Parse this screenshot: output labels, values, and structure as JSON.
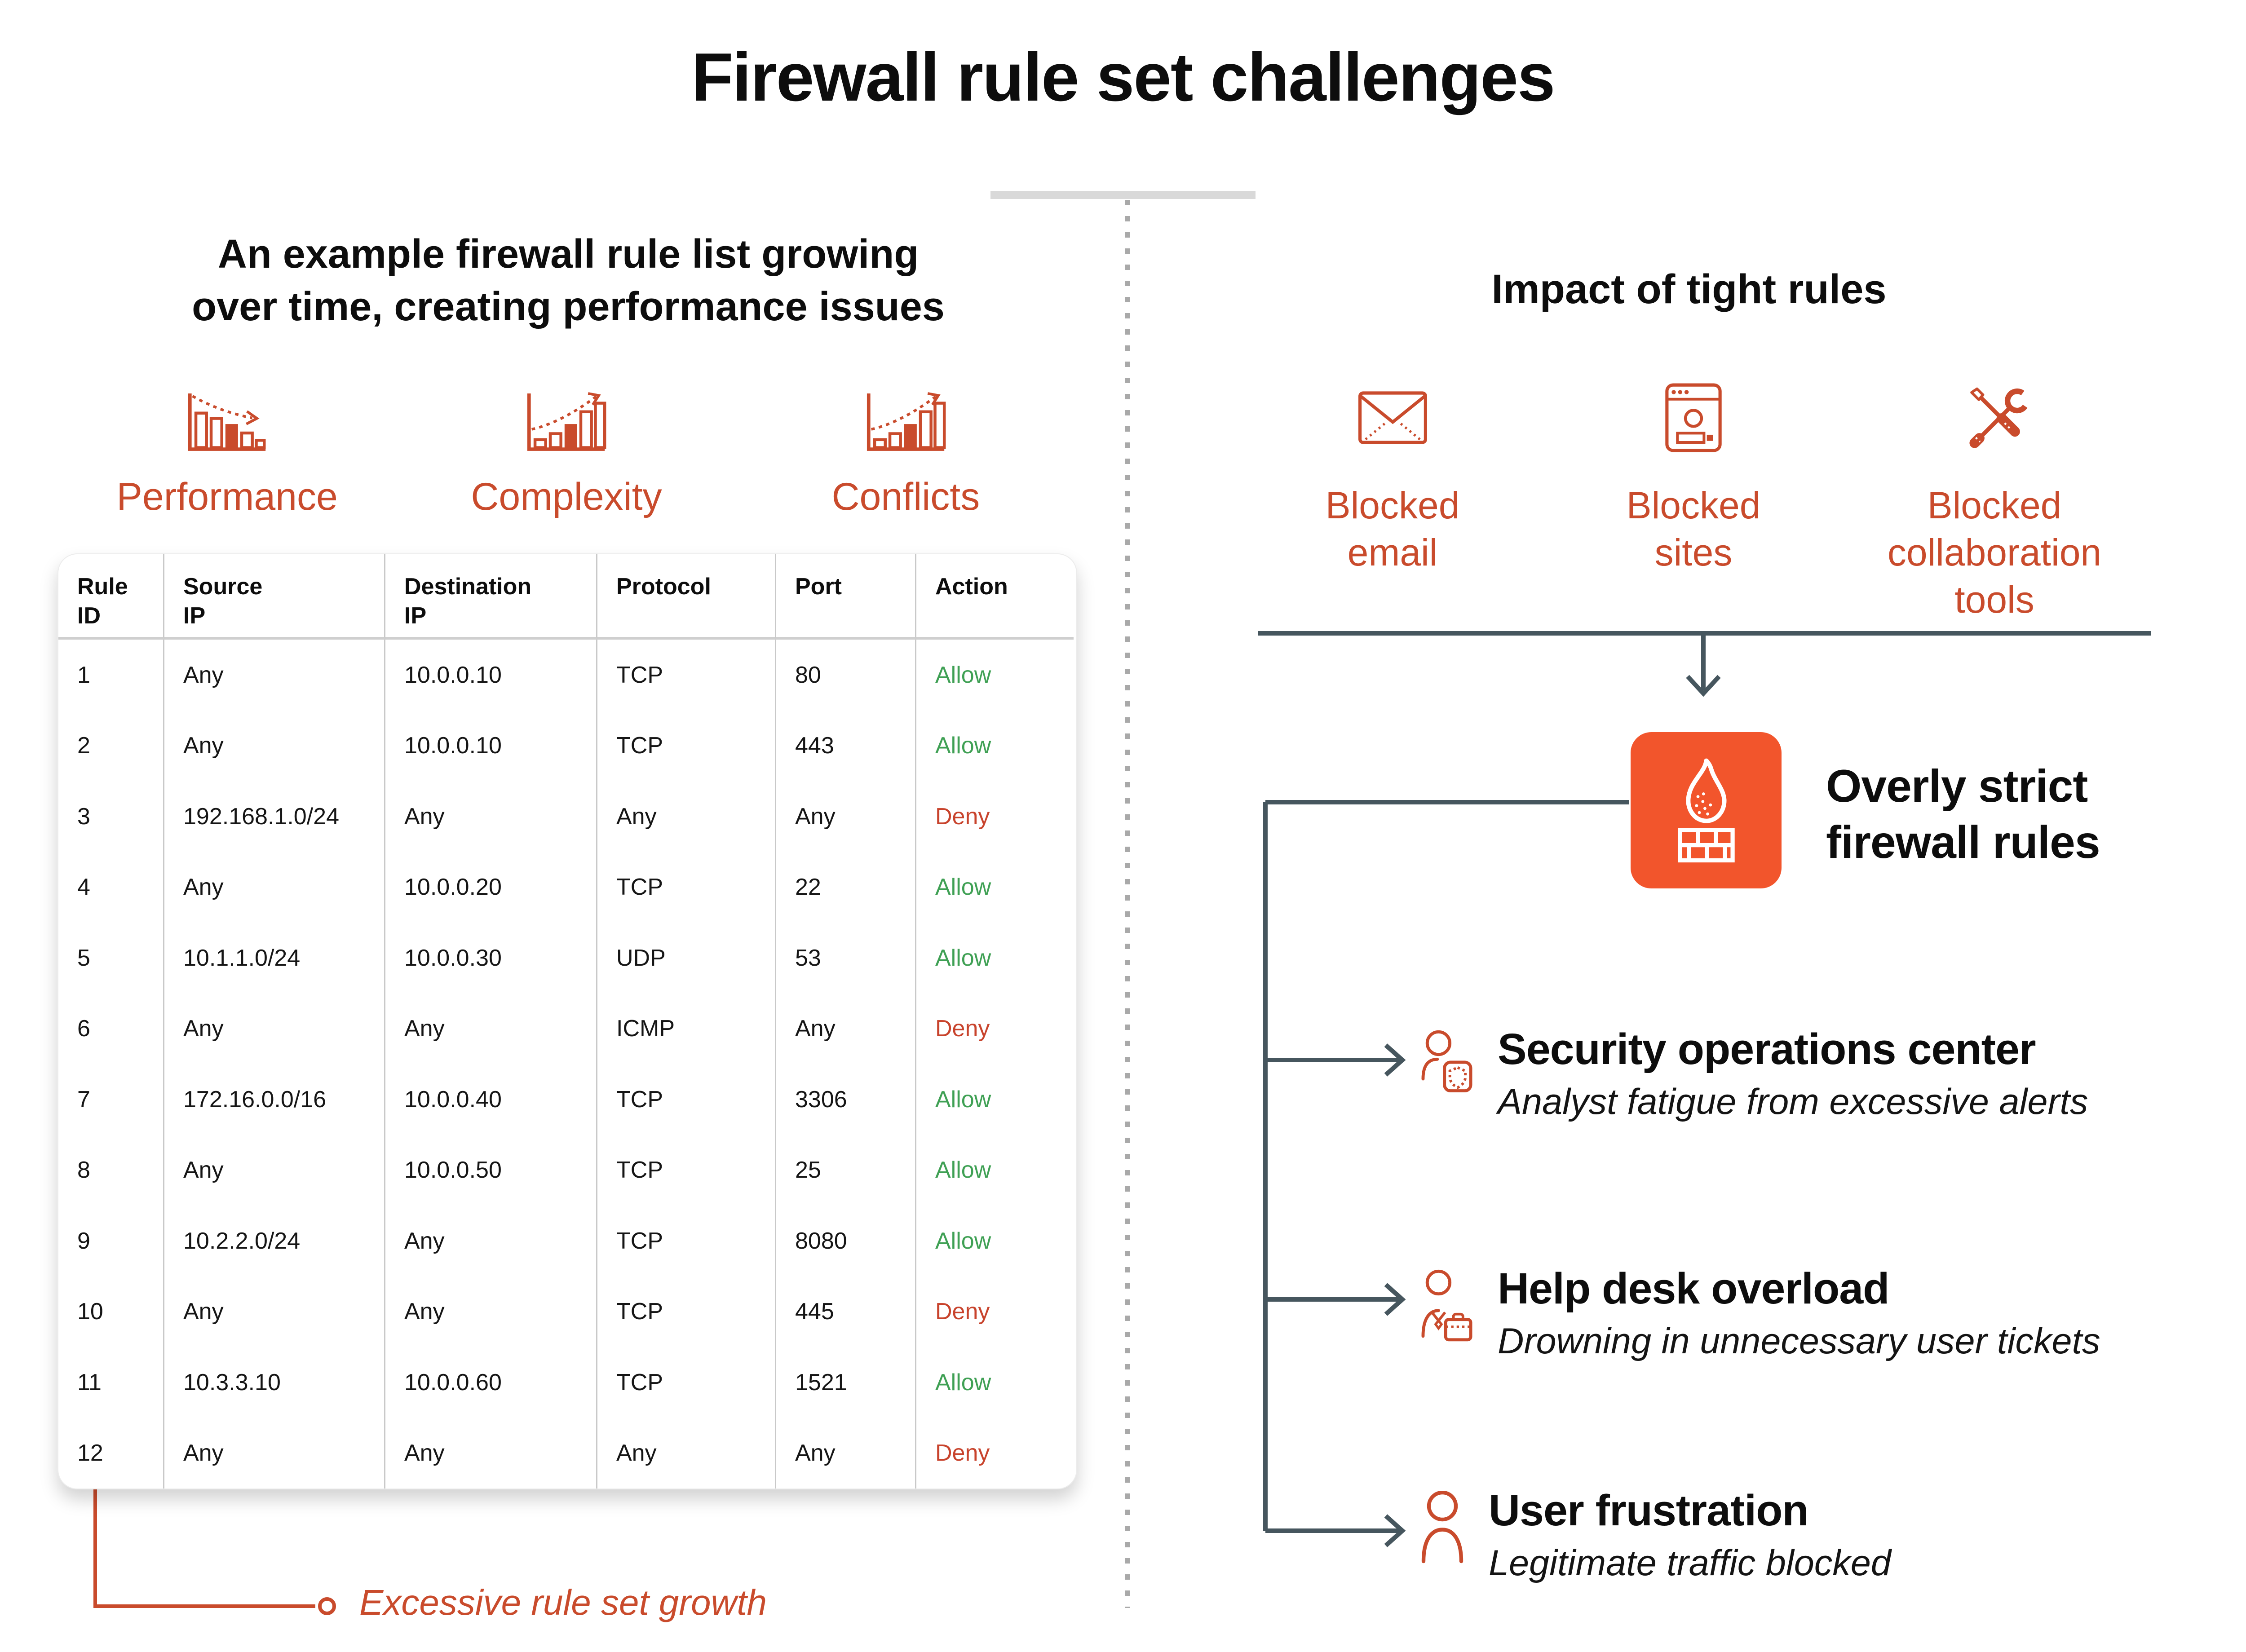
{
  "title": "Firewall rule set challenges",
  "left": {
    "heading": "An example firewall rule list growing\nover time, creating performance issues",
    "metrics": [
      {
        "label": "Performance",
        "icon": "declining-bar-chart-icon"
      },
      {
        "label": "Complexity",
        "icon": "rising-bar-chart-icon"
      },
      {
        "label": "Conflicts",
        "icon": "rising-bar-chart-icon"
      }
    ],
    "table": {
      "headers": [
        "Rule\nID",
        "Source\nIP",
        "Destination\nIP",
        "Protocol",
        "Port",
        "Action"
      ],
      "rows": [
        {
          "cells": [
            "1",
            "Any",
            "10.0.0.10",
            "TCP",
            "80"
          ],
          "action": "Allow"
        },
        {
          "cells": [
            "2",
            "Any",
            "10.0.0.10",
            "TCP",
            "443"
          ],
          "action": "Allow"
        },
        {
          "cells": [
            "3",
            "192.168.1.0/24",
            "Any",
            "Any",
            "Any"
          ],
          "action": "Deny"
        },
        {
          "cells": [
            "4",
            "Any",
            "10.0.0.20",
            "TCP",
            "22"
          ],
          "action": "Allow"
        },
        {
          "cells": [
            "5",
            "10.1.1.0/24",
            "10.0.0.30",
            "UDP",
            "53"
          ],
          "action": "Allow"
        },
        {
          "cells": [
            "6",
            "Any",
            "Any",
            "ICMP",
            "Any"
          ],
          "action": "Deny"
        },
        {
          "cells": [
            "7",
            "172.16.0.0/16",
            "10.0.0.40",
            "TCP",
            "3306"
          ],
          "action": "Allow"
        },
        {
          "cells": [
            "8",
            "Any",
            "10.0.0.50",
            "TCP",
            "25"
          ],
          "action": "Allow"
        },
        {
          "cells": [
            "9",
            "10.2.2.0/24",
            "Any",
            "TCP",
            "8080"
          ],
          "action": "Allow"
        },
        {
          "cells": [
            "10",
            "Any",
            "Any",
            "TCP",
            "445"
          ],
          "action": "Deny"
        },
        {
          "cells": [
            "11",
            "10.3.3.10",
            "10.0.0.60",
            "TCP",
            "1521"
          ],
          "action": "Allow"
        },
        {
          "cells": [
            "12",
            "Any",
            "Any",
            "Any",
            "Any"
          ],
          "action": "Deny"
        }
      ]
    },
    "annotation": "Excessive rule set growth"
  },
  "right": {
    "heading": "Impact of tight rules",
    "impacts": [
      {
        "label": "Blocked\nemail",
        "icon": "blocked-email-icon"
      },
      {
        "label": "Blocked\nsites",
        "icon": "blocked-sites-icon"
      },
      {
        "label": "Blocked\ncollaboration\ntools",
        "icon": "blocked-collaboration-tools-icon"
      }
    ],
    "cause": {
      "title": "Overly strict\nfirewall rules",
      "icon": "firewall-icon"
    },
    "outcomes": [
      {
        "title": "Security operations center",
        "subtitle": "Analyst fatigue from excessive alerts",
        "icon": "analyst-shield-icon"
      },
      {
        "title": "Help desk overload",
        "subtitle": "Drowning in unnecessary user tickets",
        "icon": "helpdesk-briefcase-icon"
      },
      {
        "title": "User frustration",
        "subtitle": "Legitimate traffic blocked",
        "icon": "user-icon"
      }
    ]
  },
  "colors": {
    "accent": "#C94B2C",
    "cause_box": "#F2552C",
    "allow": "#3FA054",
    "deny": "#C8432C",
    "line": "#46565E",
    "underline": "#d9d9d9"
  }
}
